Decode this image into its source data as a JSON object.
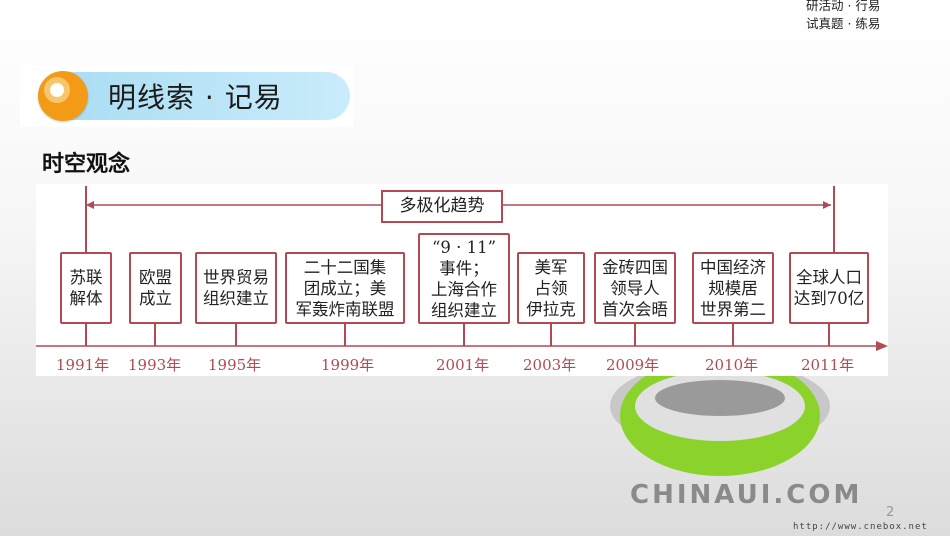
{
  "nav": [
    "研活动 · 行易",
    "试真题 · 练易"
  ],
  "banner": {
    "title": "明线索 · 记易"
  },
  "section_title": "时空观念",
  "trend_label": "多极化趋势",
  "events": [
    {
      "lines": [
        "苏联",
        "解体"
      ],
      "year": "1991年"
    },
    {
      "lines": [
        "欧盟",
        "成立"
      ],
      "year": "1993年"
    },
    {
      "lines": [
        "世界贸易",
        "组织建立"
      ],
      "year": "1995年"
    },
    {
      "lines": [
        "二十二国集",
        "团成立；美",
        "军轰炸南联盟"
      ],
      "year": "1999年"
    },
    {
      "lines": [
        "“9 · 11”",
        "事件；",
        "上海合作",
        "组织建立"
      ],
      "year": "2001年"
    },
    {
      "lines": [
        "美军",
        "占领",
        "伊拉克"
      ],
      "year": "2003年"
    },
    {
      "lines": [
        "金砖四国",
        "领导人",
        "首次会晤"
      ],
      "year": "2009年"
    },
    {
      "lines": [
        "中国经济",
        "规模居",
        "世界第二"
      ],
      "year": "2010年"
    },
    {
      "lines": [
        "全球人口",
        "达到70亿"
      ],
      "year": "2011年"
    }
  ],
  "brand": "CHINAUI.COM",
  "page_number": "2",
  "url": "http://www.cnebox.net",
  "colors": {
    "accent": "#b14a53",
    "banner": "#a9dcf2",
    "ring": "#f39a17"
  }
}
